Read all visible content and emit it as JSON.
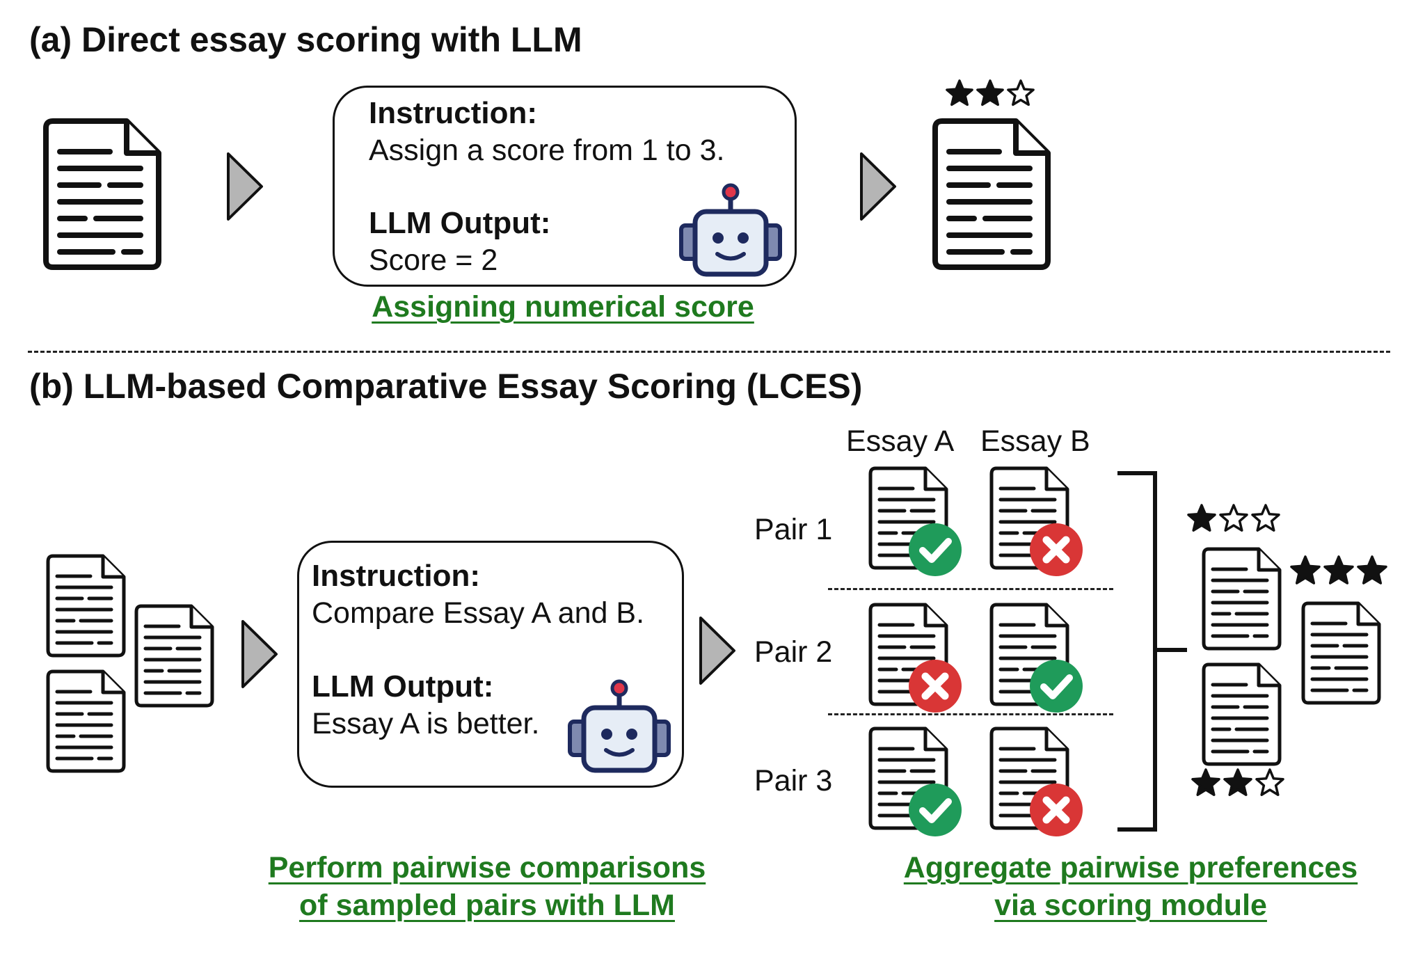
{
  "section_a": {
    "title": "(a) Direct essay scoring with LLM",
    "instruction_label": "Instruction:",
    "instruction_text": "Assign a score from 1 to 3.",
    "output_label": "LLM Output:",
    "output_text": "Score = 2",
    "caption": "Assigning numerical score",
    "result_stars": 2,
    "star_total": 3
  },
  "section_b": {
    "title": "(b) LLM-based Comparative Essay Scoring (LCES)",
    "instruction_label": "Instruction:",
    "instruction_text": "Compare Essay A and B.",
    "output_label": "LLM Output:",
    "output_text": "Essay A is better.",
    "caption_left_line1": "Perform pairwise comparisons ",
    "caption_left_line2": "of sampled pairs with LLM",
    "caption_right_line1": "Aggregate pairwise preferences ",
    "caption_right_line2": "via scoring module",
    "col_a": "Essay A",
    "col_b": "Essay B",
    "pairs": [
      {
        "label": "Pair 1",
        "a": "check",
        "b": "cross"
      },
      {
        "label": "Pair 2",
        "a": "cross",
        "b": "check"
      },
      {
        "label": "Pair 3",
        "a": "check",
        "b": "cross"
      }
    ],
    "ranked_stars": [
      1,
      3,
      2
    ]
  },
  "colors": {
    "caption_green": "#1f7a1f",
    "check_green": "#1f9b5a",
    "cross_red": "#d93636",
    "arrow_gray": "#b5b5b5",
    "robot_blue": "#1e2a5e",
    "robot_face": "#e6edf6",
    "robot_antenna": "#e0364a"
  },
  "icons": [
    "document-icon",
    "robot-icon",
    "star-icon",
    "check-icon",
    "cross-icon",
    "arrow-icon",
    "bracket-icon"
  ]
}
